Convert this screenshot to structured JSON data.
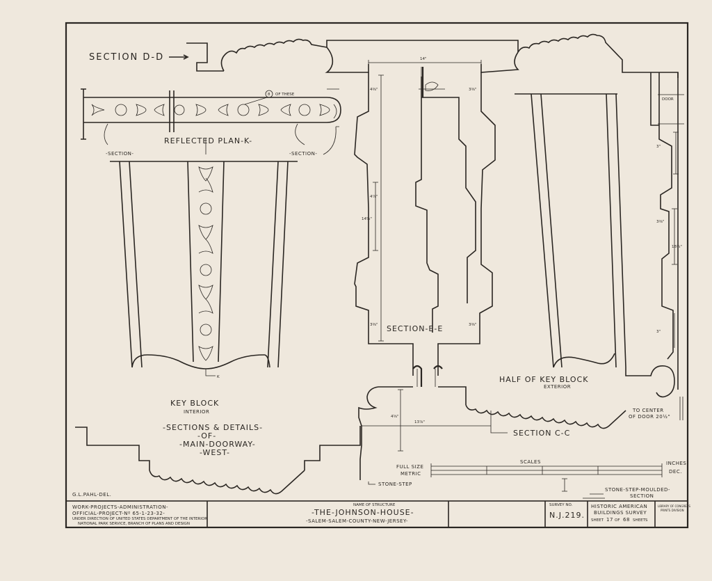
{
  "labels": {
    "section_dd": "SECTION D-D",
    "reflected_plan": "REFLECTED PLAN-K-",
    "callout_number": "8",
    "callout_text": "OF THESE",
    "section_left": "-SECTION-",
    "section_right": "-SECTION-",
    "k_mark": "K",
    "key_block": "KEY BLOCK",
    "interior": "INTERIOR",
    "sections_details": "-SECTIONS & DETAILS-",
    "of": "-OF-",
    "main_doorway": "-MAIN-DOORWAY-",
    "west": "-WEST-",
    "section_ee": "SECTION-E-E",
    "half_key_block": "HALF OF KEY BLOCK",
    "exterior": "EXTERIOR",
    "to_center": "TO CENTER",
    "of_door": "OF DOOR 20½\"",
    "section_cc": "SECTION C-C",
    "door": "DOOR",
    "full_size": "FULL SIZE",
    "metric": "METRIC",
    "scales": "SCALES",
    "inches": "INCHES",
    "dec": "DEC.",
    "stone_step": "STONE-STEP",
    "stone_step_moulded": "STONE-STEP-MOULDED-",
    "section_lower": "SECTION",
    "delineator": "G.L.PAHL-DEL."
  },
  "dimensions": {
    "top_width": "14\"",
    "dim_1": "4⅜\"",
    "dim_2": "3⅜\"",
    "dim_3": "4⅞\"",
    "dim_4": "14⅝\"",
    "dim_5": "3⅜\"",
    "dim_6": "3⅜\"",
    "dim_7": "13⅞\"",
    "dim_8": "4⅝\"",
    "dim_9": "3\"",
    "dim_10": "3⅜\"",
    "dim_11": "18¾\"",
    "dim_12": "3\""
  },
  "title_block": {
    "wpa_line1": "WORK-PROJECTS-ADMINISTRATION-",
    "wpa_line2": "OFFICIAL-PROJECT-Nº 65-1-23-32-",
    "wpa_line3": "UNDER DIRECTION OF UNITED STATES DEPARTMENT OF THE INTERIOR",
    "wpa_line4": "NATIONAL PARK SERVICE, BRANCH OF PLANS AND DESIGN",
    "name_label": "NAME OF STRUCTURE",
    "structure_name": "-THE-JOHNSON-HOUSE-",
    "location": "-SALEM-SALEM-COUNTY-NEW-JERSEY-",
    "survey_label": "SURVEY NO.",
    "survey_no": "N.J.219.",
    "habs_line1": "HISTORIC AMERICAN",
    "habs_line2": "BUILDINGS SURVEY",
    "sheet_prefix": "SHEET",
    "sheet_no": "17",
    "sheet_of": "OF",
    "sheet_total": "68",
    "sheet_suffix": "SHEETS",
    "loc_line1": "LIBRARY OF CONGRESS",
    "loc_line2": "PRINTS DIVISION"
  }
}
